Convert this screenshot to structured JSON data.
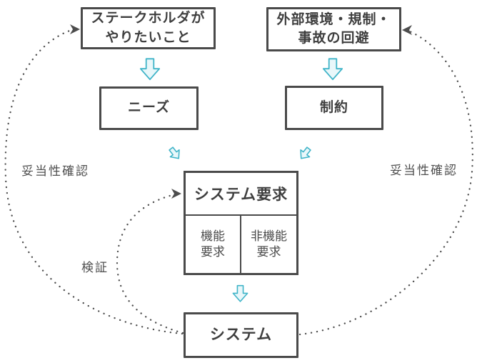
{
  "diagram": {
    "nodes": {
      "stakeholder_wants": {
        "lines": [
          "ステークホルダが",
          "やりたいこと"
        ]
      },
      "external_env": {
        "lines": [
          "外部環境・規制・",
          "事故の回避"
        ]
      },
      "needs": {
        "label": "ニーズ"
      },
      "constraints": {
        "label": "制約"
      },
      "system_requirements": {
        "title": "システム要求",
        "functional": {
          "lines": [
            "機能",
            "要求"
          ]
        },
        "non_functional": {
          "lines": [
            "非機能",
            "要求"
          ]
        }
      },
      "system": {
        "label": "システム"
      }
    },
    "edge_labels": {
      "validation_left": "妥当性確認",
      "validation_right": "妥当性確認",
      "verification": "検証"
    },
    "colors": {
      "background": "#ffffff",
      "box_border": "#4a4a4a",
      "box_text": "#3e3e3e",
      "label_text": "#4f4f4f",
      "dotted_line": "#4d4d4d",
      "block_arrow_stroke": "#3fb4c8",
      "block_arrow_fill": "#e9f7fa"
    }
  }
}
